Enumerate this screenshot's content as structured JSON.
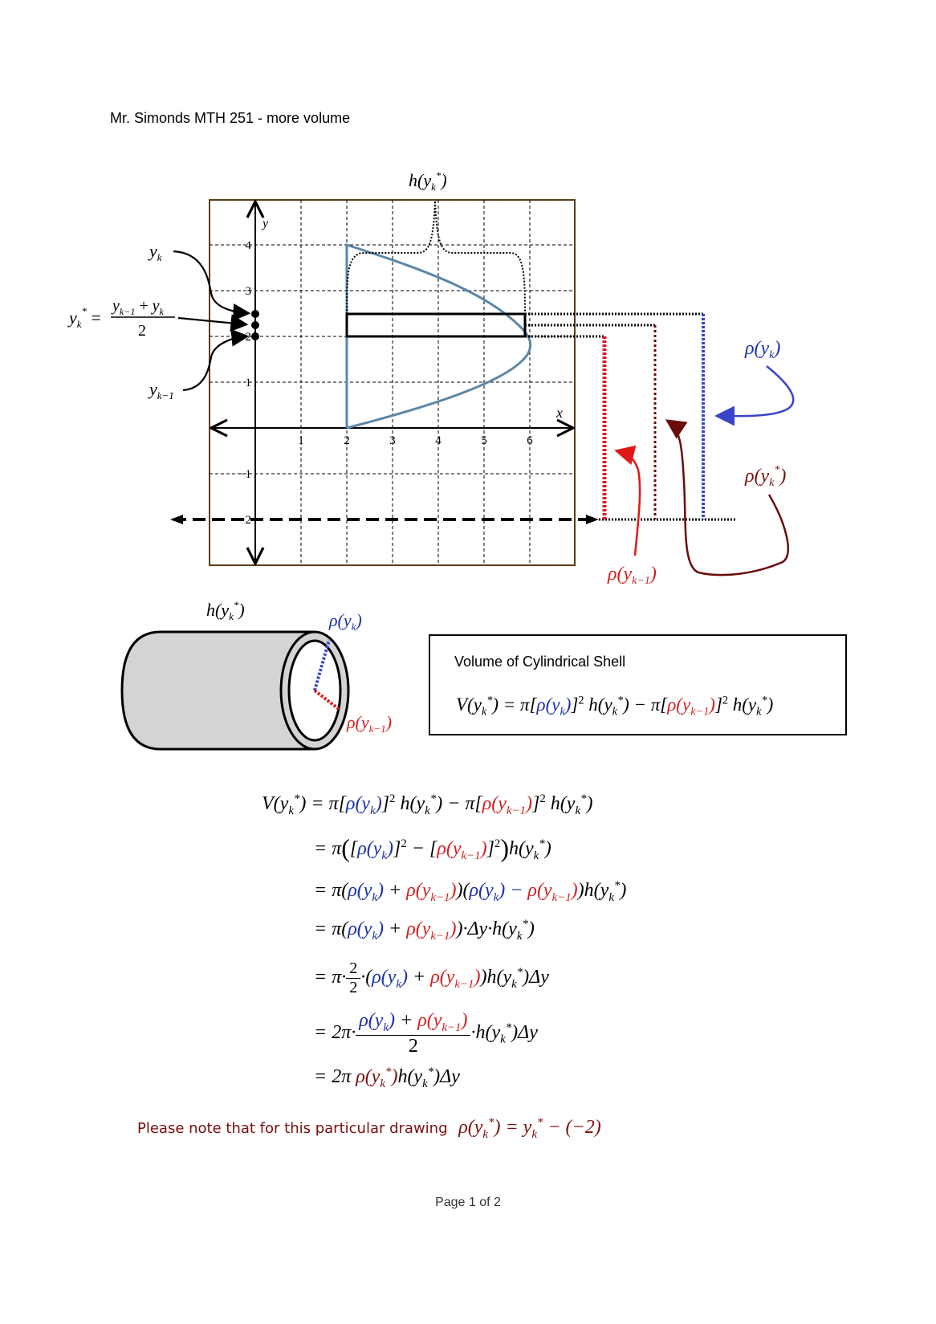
{
  "header": {
    "title": "Mr. Simonds MTH 251 - more volume"
  },
  "graph": {
    "x_axis_label": "x",
    "y_axis_label": "y",
    "x_ticks": [
      "1",
      "2",
      "3",
      "4",
      "5",
      "6"
    ],
    "y_ticks": [
      "4",
      "3",
      "2",
      "1",
      "-1",
      "-2"
    ],
    "height_label": "h(y_k*)",
    "labels": {
      "y_k": "y_k",
      "y_k_minus_1": "y_{k-1}",
      "y_k_star_def": "y_k* = (y_{k-1} + y_k)/2",
      "rho_y_k": "ρ(y_k)",
      "rho_y_k_star": "ρ(y_k*)",
      "rho_y_k_minus_1": "ρ(y_{k-1})"
    },
    "axis_of_rotation": "y = -2",
    "colors": {
      "curve": "#5b87a8",
      "blue": "#3a44c8",
      "red": "#d41f1f",
      "dark_red": "#7a0e0e",
      "frame": "#5a3f14"
    }
  },
  "cylinder": {
    "height_label": "h(y_k*)",
    "outer_radius_label": "ρ(y_k)",
    "inner_radius_label": "ρ(y_{k-1})"
  },
  "formula_box": {
    "title": "Volume of Cylindrical Shell",
    "formula": "V(y_k*) = π[ρ(y_k)]² h(y_k*) − π[ρ(y_{k-1})]² h(y_k*)"
  },
  "derivation": [
    "V(y_k*) = π[ρ(y_k)]² h(y_k*) − π[ρ(y_{k-1})]² h(y_k*)",
    "= π([ρ(y_k)]² − [ρ(y_{k-1})]²) h(y_k*)",
    "= π(ρ(y_k) + ρ(y_{k-1}))(ρ(y_k) − ρ(y_{k-1})) h(y_k*)",
    "= π(ρ(y_k) + ρ(y_{k-1}))·Δy·h(y_k*)",
    "= π·(2/2)·(ρ(y_k) + ρ(y_{k-1})) h(y_k*) Δy",
    "= 2π·(ρ(y_k) + ρ(y_{k-1}))/2 · h(y_k*) Δy",
    "= 2π ρ(y_k*) h(y_k*) Δy"
  ],
  "note": {
    "text": "Please note that for this particular drawing",
    "formula": "ρ(y_k*) = y_k* − (−2)"
  },
  "footer": {
    "page": "Page 1 of 2"
  },
  "math": {
    "rho": "ρ",
    "pi": "π",
    "delta": "Δ",
    "eq": "=",
    "plus": "+",
    "minus": "−",
    "dot": "·",
    "two": "2",
    "star": "*",
    "k": "k",
    "km1": "k−1",
    "sq": "2",
    "y": "y",
    "h": "h",
    "V": "V",
    "lp": "(",
    "rp": ")",
    "lb": "[",
    "rb": "]",
    "neg2": "−2"
  }
}
